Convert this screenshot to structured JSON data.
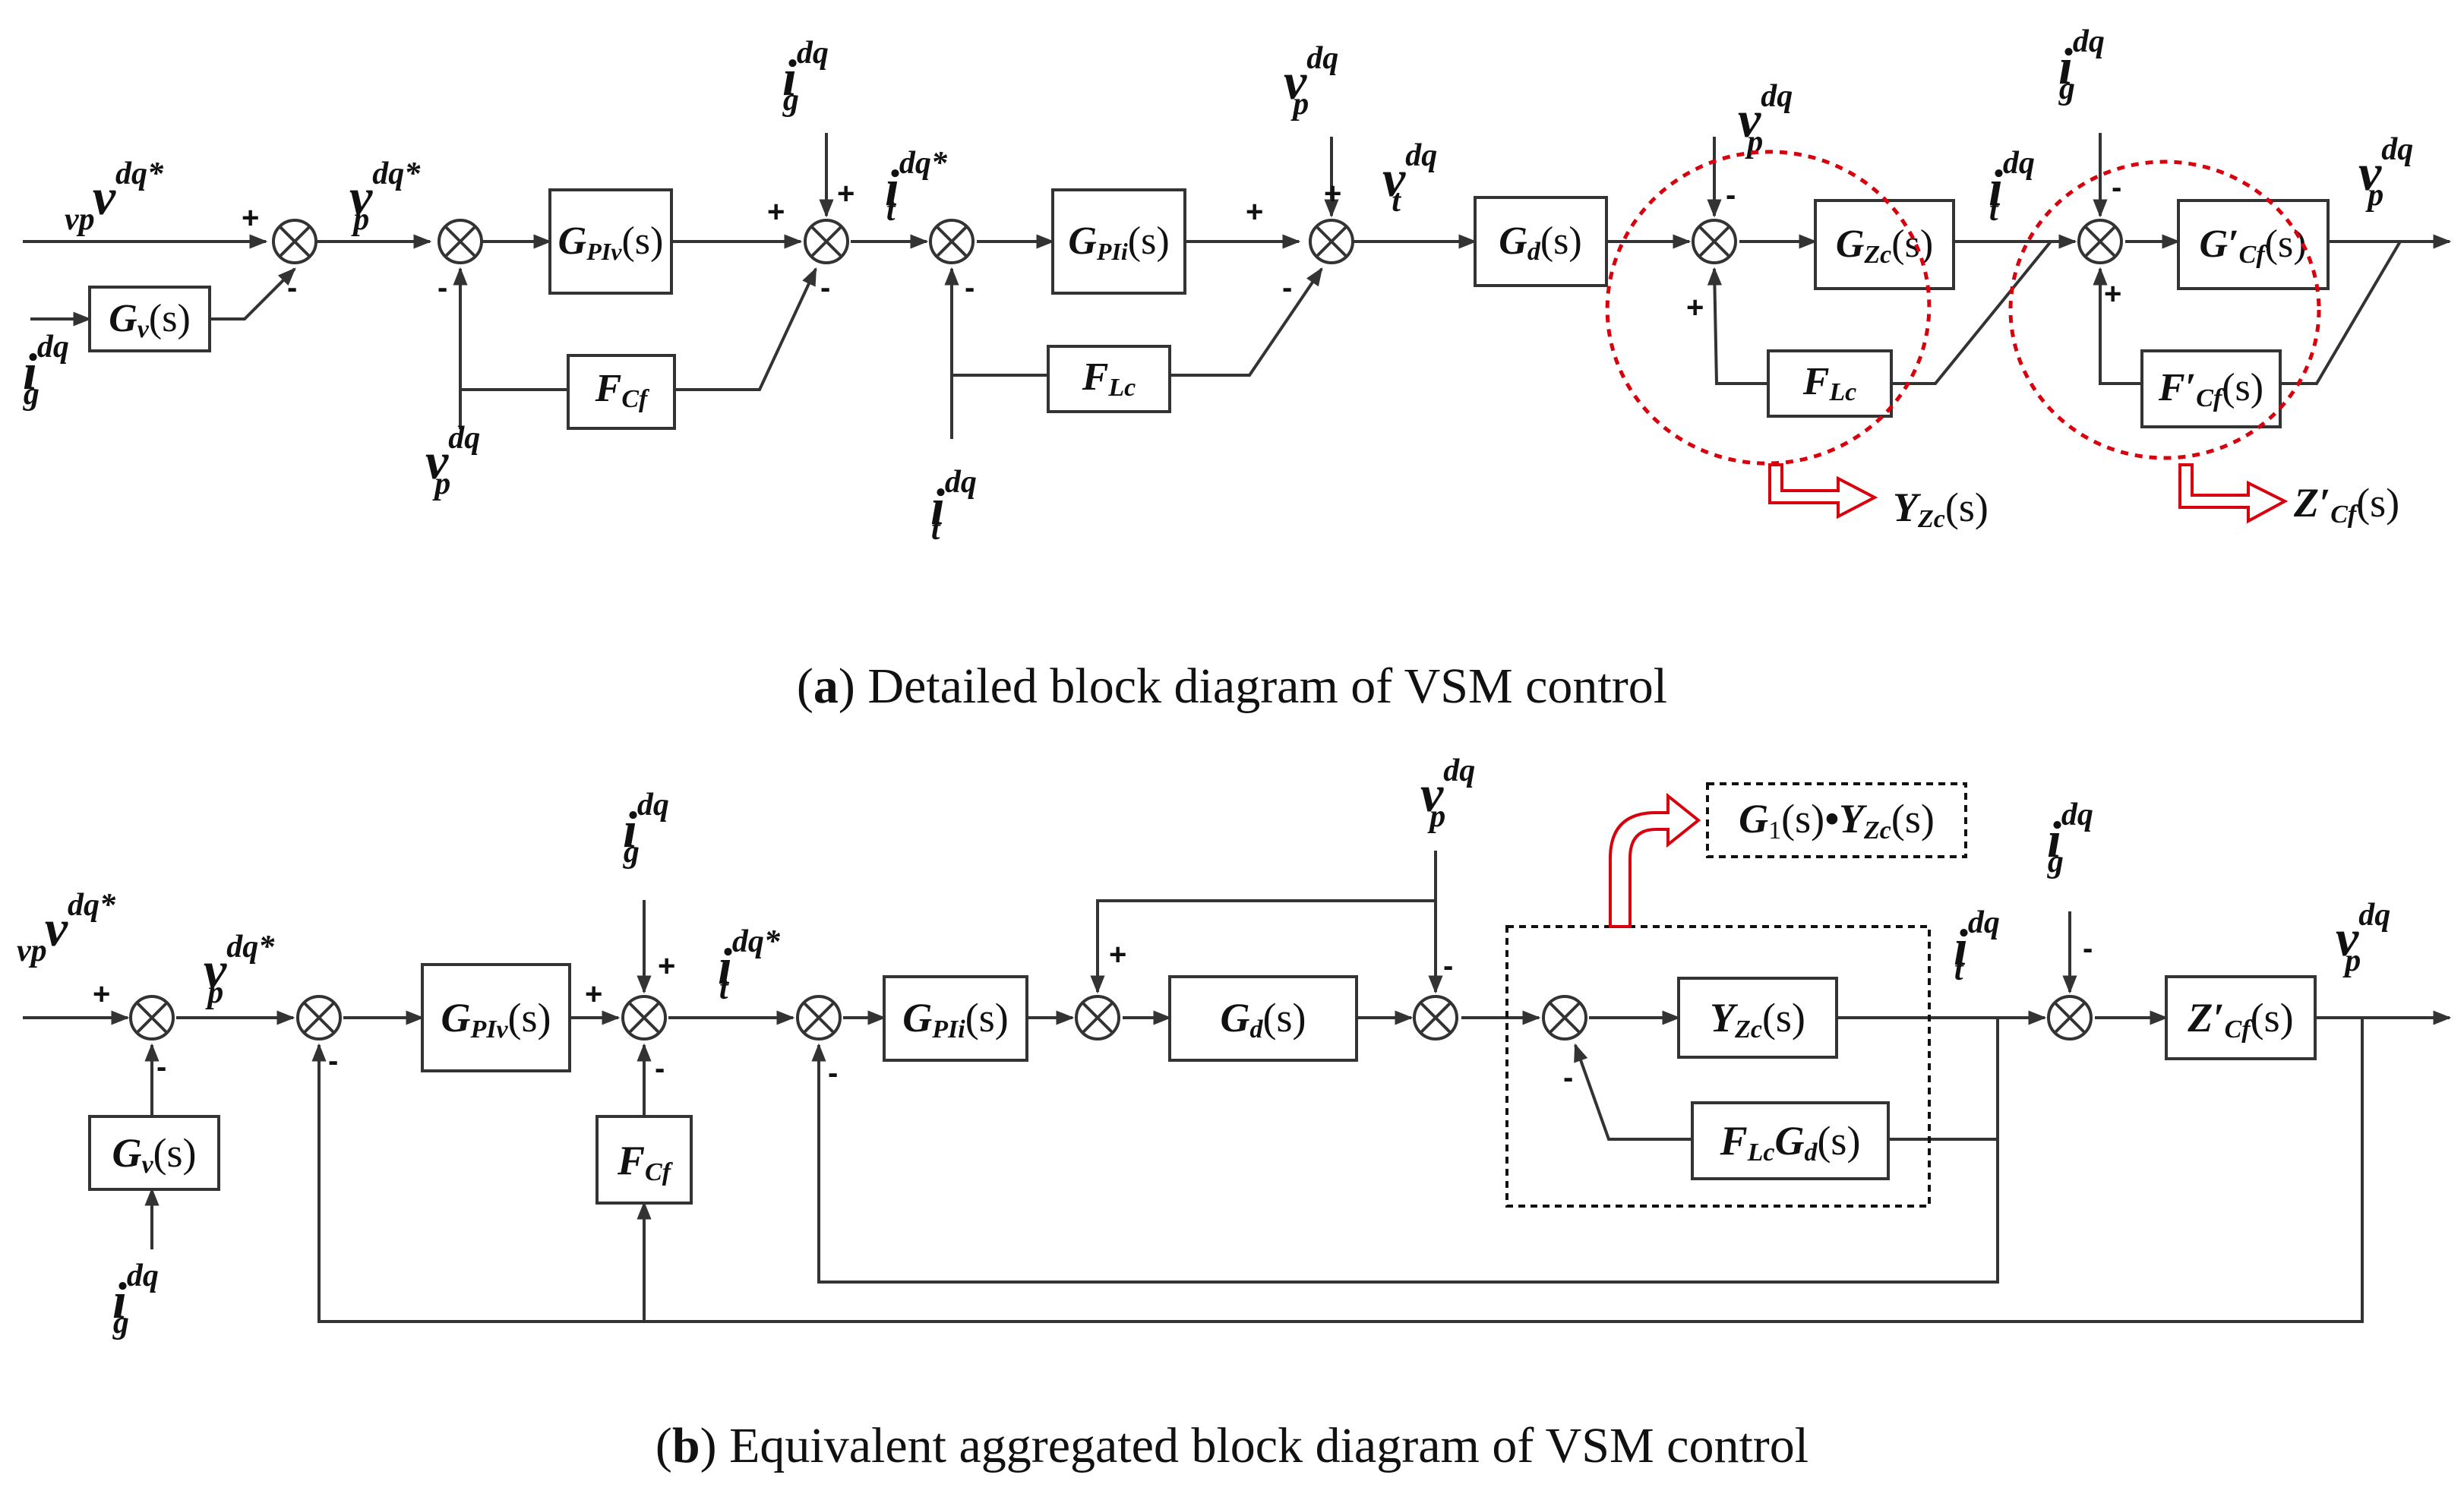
{
  "diagram_a": {
    "caption_letter": "a",
    "caption_text": "Detailed block diagram of VSM control",
    "blocks": {
      "gv": {
        "main": "G",
        "sub": "v",
        "arg": "(s)"
      },
      "gpiv": {
        "main": "G",
        "sub": "PIv",
        "arg": "(s)"
      },
      "gpii": {
        "main": "G",
        "sub": "PIi",
        "arg": "(s)"
      },
      "gd": {
        "main": "G",
        "sub": "d",
        "arg": "(s)"
      },
      "gzc": {
        "main": "G",
        "sub": "Zc",
        "arg": "(s)"
      },
      "gcf_p": {
        "main": "G′",
        "sub": "Cf",
        "arg": "(s)"
      },
      "fcf": {
        "main": "F",
        "sub": "Cf",
        "arg": ""
      },
      "flc": {
        "main": "F",
        "sub": "Lc",
        "arg": ""
      },
      "flc2": {
        "main": "F",
        "sub": "Lc",
        "arg": ""
      },
      "fcf_p": {
        "main": "F′",
        "sub": "Cf",
        "arg": "(s)"
      }
    },
    "signals": {
      "vvp_ref": {
        "main": "v",
        "sup": "dq*",
        "sub": "vp"
      },
      "ig_left": {
        "main": "i",
        "sup": "dq",
        "sub": "g"
      },
      "vp_ref": {
        "main": "v",
        "sup": "dq*",
        "sub": "p"
      },
      "vp_bottom": {
        "main": "v",
        "sup": "dq",
        "sub": "p"
      },
      "ig_top": {
        "main": "i",
        "sup": "dq",
        "sub": "g"
      },
      "it_ref": {
        "main": "i",
        "sup": "dq*",
        "sub": "t"
      },
      "it_bottom": {
        "main": "i",
        "sup": "dq",
        "sub": "t"
      },
      "vp_top": {
        "main": "v",
        "sup": "dq",
        "sub": "p"
      },
      "vt": {
        "main": "v",
        "sup": "dq",
        "sub": "t"
      },
      "vp_top2": {
        "main": "v",
        "sup": "dq",
        "sub": "p"
      },
      "it_out": {
        "main": "i",
        "sup": "dq",
        "sub": "t"
      },
      "ig_top2": {
        "main": "i",
        "sup": "dq",
        "sub": "g"
      },
      "vp_out": {
        "main": "v",
        "sup": "dq",
        "sub": "p"
      }
    },
    "annotations": {
      "yzc": {
        "main": "Y",
        "sub": "Zc",
        "arg": "(s)"
      },
      "zcf_p": {
        "main": "Z′",
        "sub": "Cf",
        "arg": "(s)"
      }
    }
  },
  "diagram_b": {
    "caption_letter": "b",
    "caption_text": "Equivalent aggregated block diagram of VSM control",
    "blocks": {
      "gv": {
        "main": "G",
        "sub": "v",
        "arg": "(s)"
      },
      "gpiv": {
        "main": "G",
        "sub": "PIv",
        "arg": "(s)"
      },
      "fcf": {
        "main": "F",
        "sub": "Cf",
        "arg": ""
      },
      "gpii": {
        "main": "G",
        "sub": "PIi",
        "arg": "(s)"
      },
      "gd": {
        "main": "G",
        "sub": "d",
        "arg": "(s)"
      },
      "yzc": {
        "main": "Y",
        "sub": "Zc",
        "arg": "(s)"
      },
      "flcgd": {
        "main": "F",
        "sub": "Lc",
        "main2": "G",
        "sub2": "d",
        "arg": "(s)"
      },
      "zcf_p": {
        "main": "Z′",
        "sub": "Cf",
        "arg": "(s)"
      }
    },
    "signals": {
      "vvp_ref": {
        "main": "v",
        "sup": "dq*",
        "sub": "vp"
      },
      "vp_ref": {
        "main": "v",
        "sup": "dq*",
        "sub": "p"
      },
      "ig_bottom": {
        "main": "i",
        "sup": "dq",
        "sub": "g"
      },
      "ig_top": {
        "main": "i",
        "sup": "dq",
        "sub": "g"
      },
      "it_ref": {
        "main": "i",
        "sup": "dq*",
        "sub": "t"
      },
      "vp_top": {
        "main": "v",
        "sup": "dq",
        "sub": "p"
      },
      "it_out": {
        "main": "i",
        "sup": "dq",
        "sub": "t"
      },
      "ig_top2": {
        "main": "i",
        "sup": "dq",
        "sub": "g"
      },
      "vp_out": {
        "main": "v",
        "sup": "dq",
        "sub": "p"
      }
    },
    "annotation": {
      "g1": "G",
      "g1_sub": "1",
      "g1_arg": "(s)",
      "dot": "•",
      "y": "Y",
      "y_sub": "Zc",
      "y_arg": "(s)"
    }
  },
  "signs": {
    "plus": "+",
    "minus": "-"
  }
}
